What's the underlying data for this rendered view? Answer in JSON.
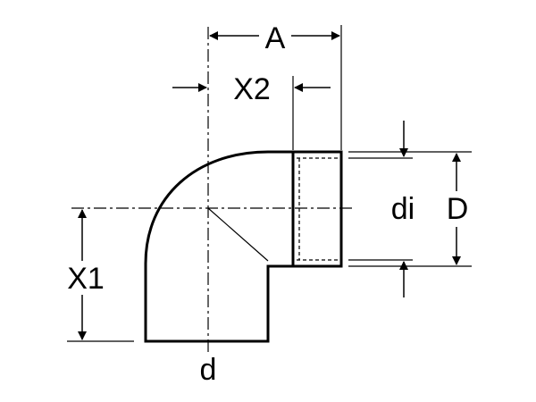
{
  "labels": {
    "A": "A",
    "X2": "X2",
    "X1": "X1",
    "di": "di",
    "D": "D",
    "d": "d"
  }
}
